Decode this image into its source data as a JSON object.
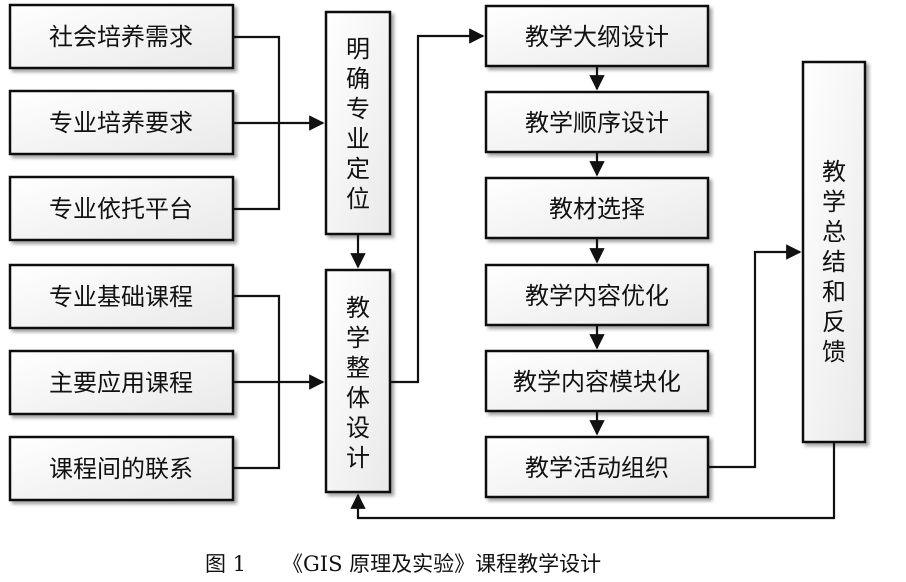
{
  "diagram": {
    "inputs_top": [
      "社会培养需求",
      "专业培养要求",
      "专业依托平台"
    ],
    "inputs_bottom": [
      "专业基础课程",
      "主要应用课程",
      "课程间的联系"
    ],
    "positioning": "明确专业定位",
    "overall_design": "教学整体设计",
    "chain": [
      "教学大纲设计",
      "教学顺序设计",
      "教材选择",
      "教学内容优化",
      "教学内容模块化",
      "教学活动组织"
    ],
    "feedback": "教学总结和反馈"
  },
  "caption": {
    "figure_label": "图 1",
    "title": "《GIS 原理及实验》课程教学设计"
  }
}
